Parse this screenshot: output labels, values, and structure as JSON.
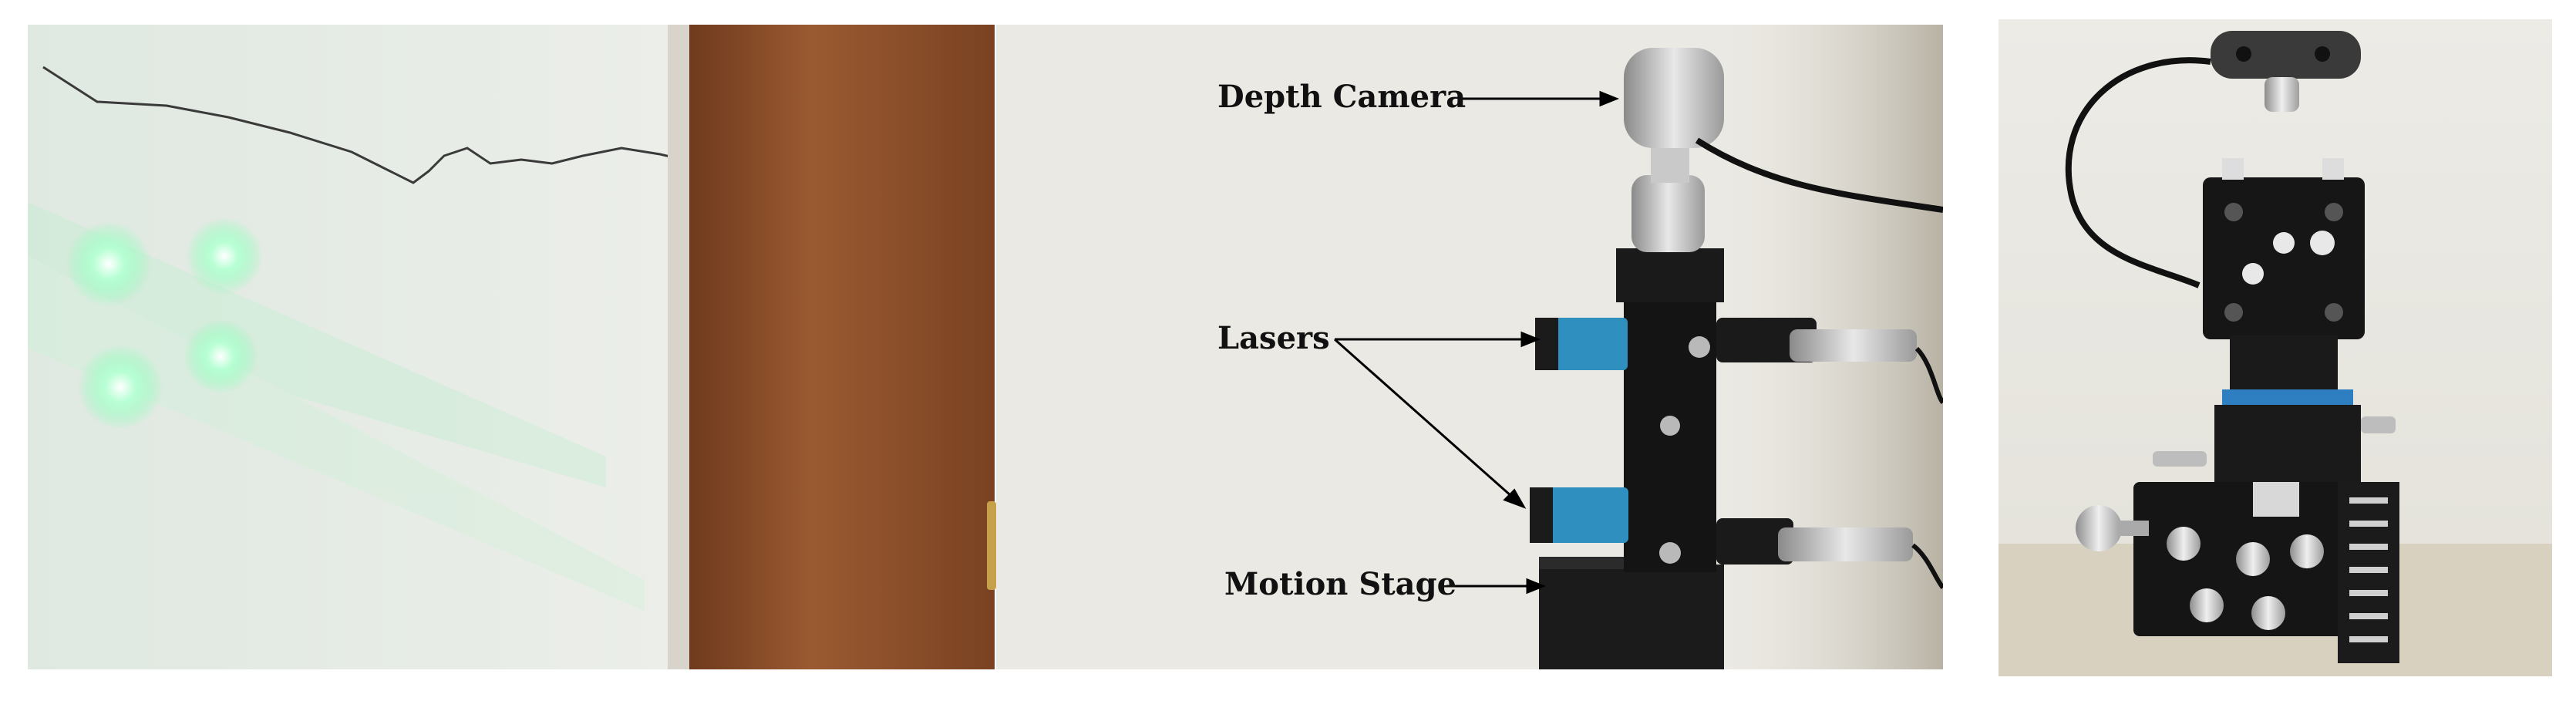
{
  "labels": {
    "depth_camera": "Depth Camera",
    "lasers": "Lasers",
    "motion_stage": "Motion Stage"
  },
  "colors": {
    "wall": "#e9ebe6",
    "door": "#8a4f2c",
    "laser_dot": "#7dffb0",
    "mount": "#141414",
    "laser_housing": "#2f8fbf",
    "silver": "#c9c9c9"
  }
}
